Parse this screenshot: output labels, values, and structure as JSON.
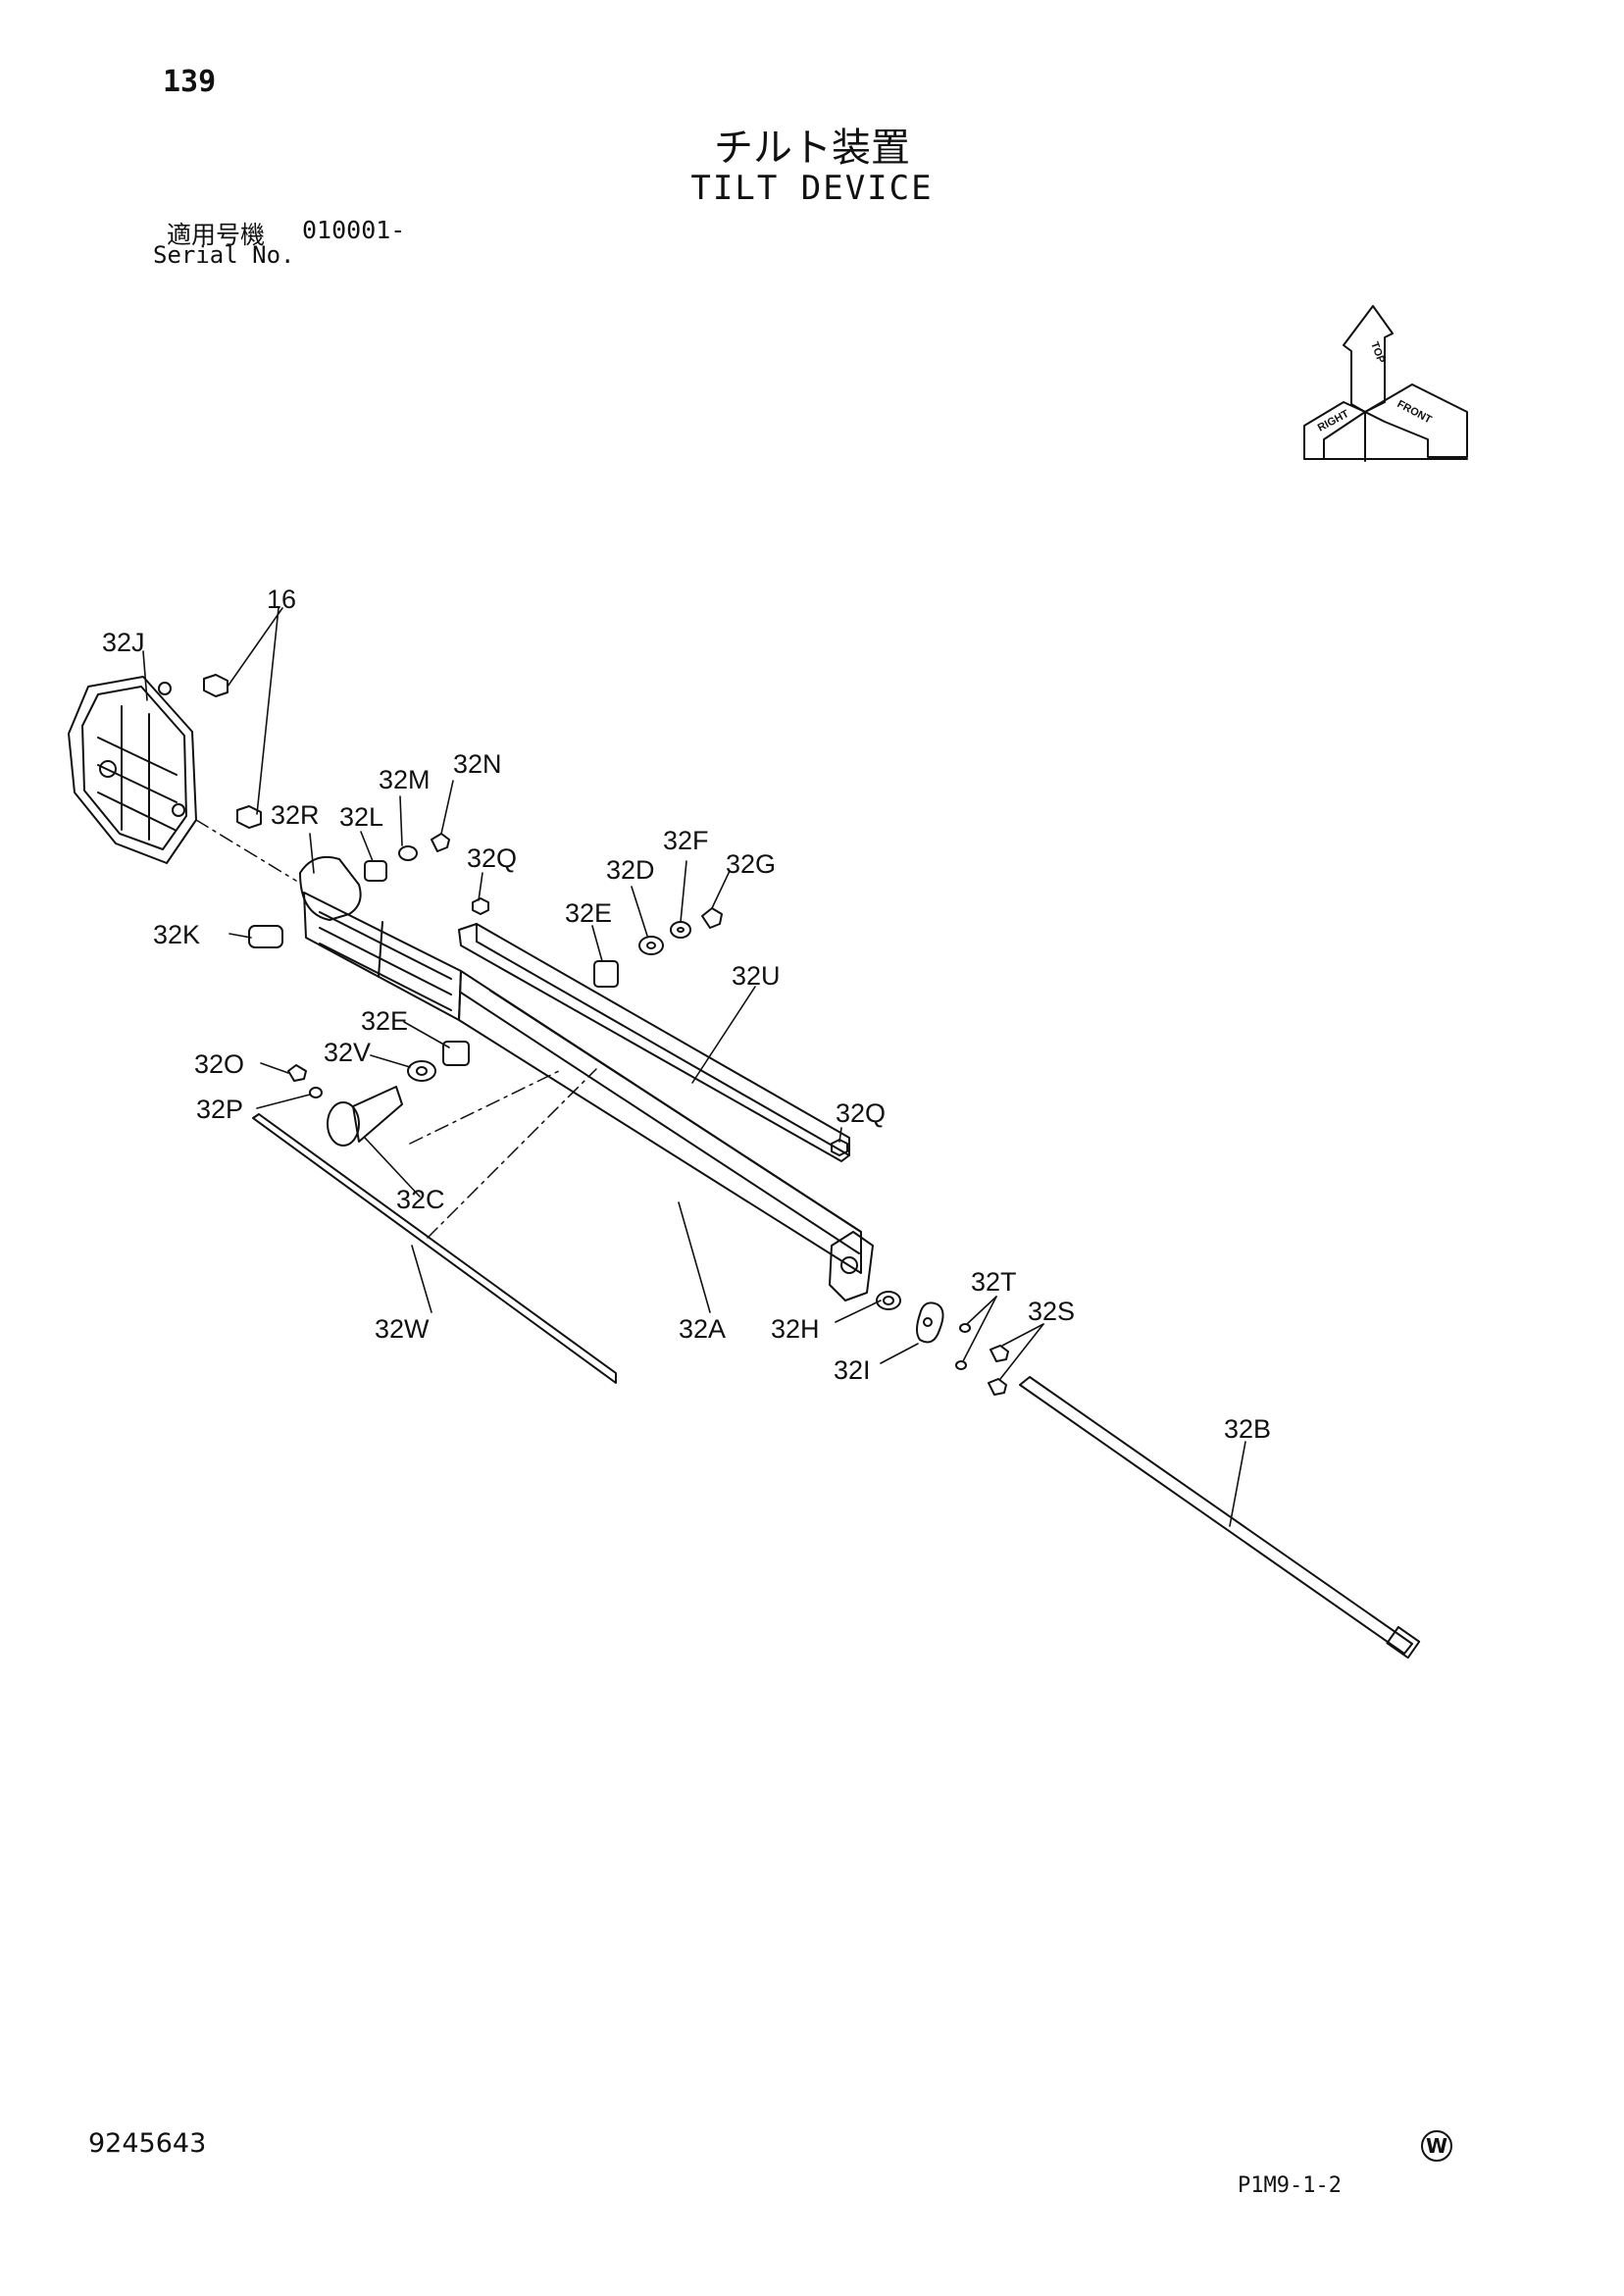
{
  "header": {
    "page_number": "139",
    "title_jp": "チルト装置",
    "title_en": "TILT DEVICE",
    "serial_label_jp": "適用号機",
    "serial_value": "010001-",
    "serial_label_en": "Serial No."
  },
  "orientation": {
    "top": "TOP",
    "front": "FRONT",
    "right": "RIGHT"
  },
  "callouts": {
    "c16": "16",
    "c32J": "32J",
    "c32M": "32M",
    "c32N": "32N",
    "c32R": "32R",
    "c32L": "32L",
    "c32Q_top": "32Q",
    "c32F": "32F",
    "c32D": "32D",
    "c32G": "32G",
    "c32K": "32K",
    "c32E_top": "32E",
    "c32U": "32U",
    "c32E_left": "32E",
    "c32O": "32O",
    "c32V": "32V",
    "c32P": "32P",
    "c32Q_right": "32Q",
    "c32C": "32C",
    "c32T": "32T",
    "c32S": "32S",
    "c32W": "32W",
    "c32A": "32A",
    "c32H": "32H",
    "c32I": "32I",
    "c32B": "32B"
  },
  "footer": {
    "doc_number": "9245643",
    "w_mark": "W",
    "ref_code": "P1M9-1-2"
  }
}
